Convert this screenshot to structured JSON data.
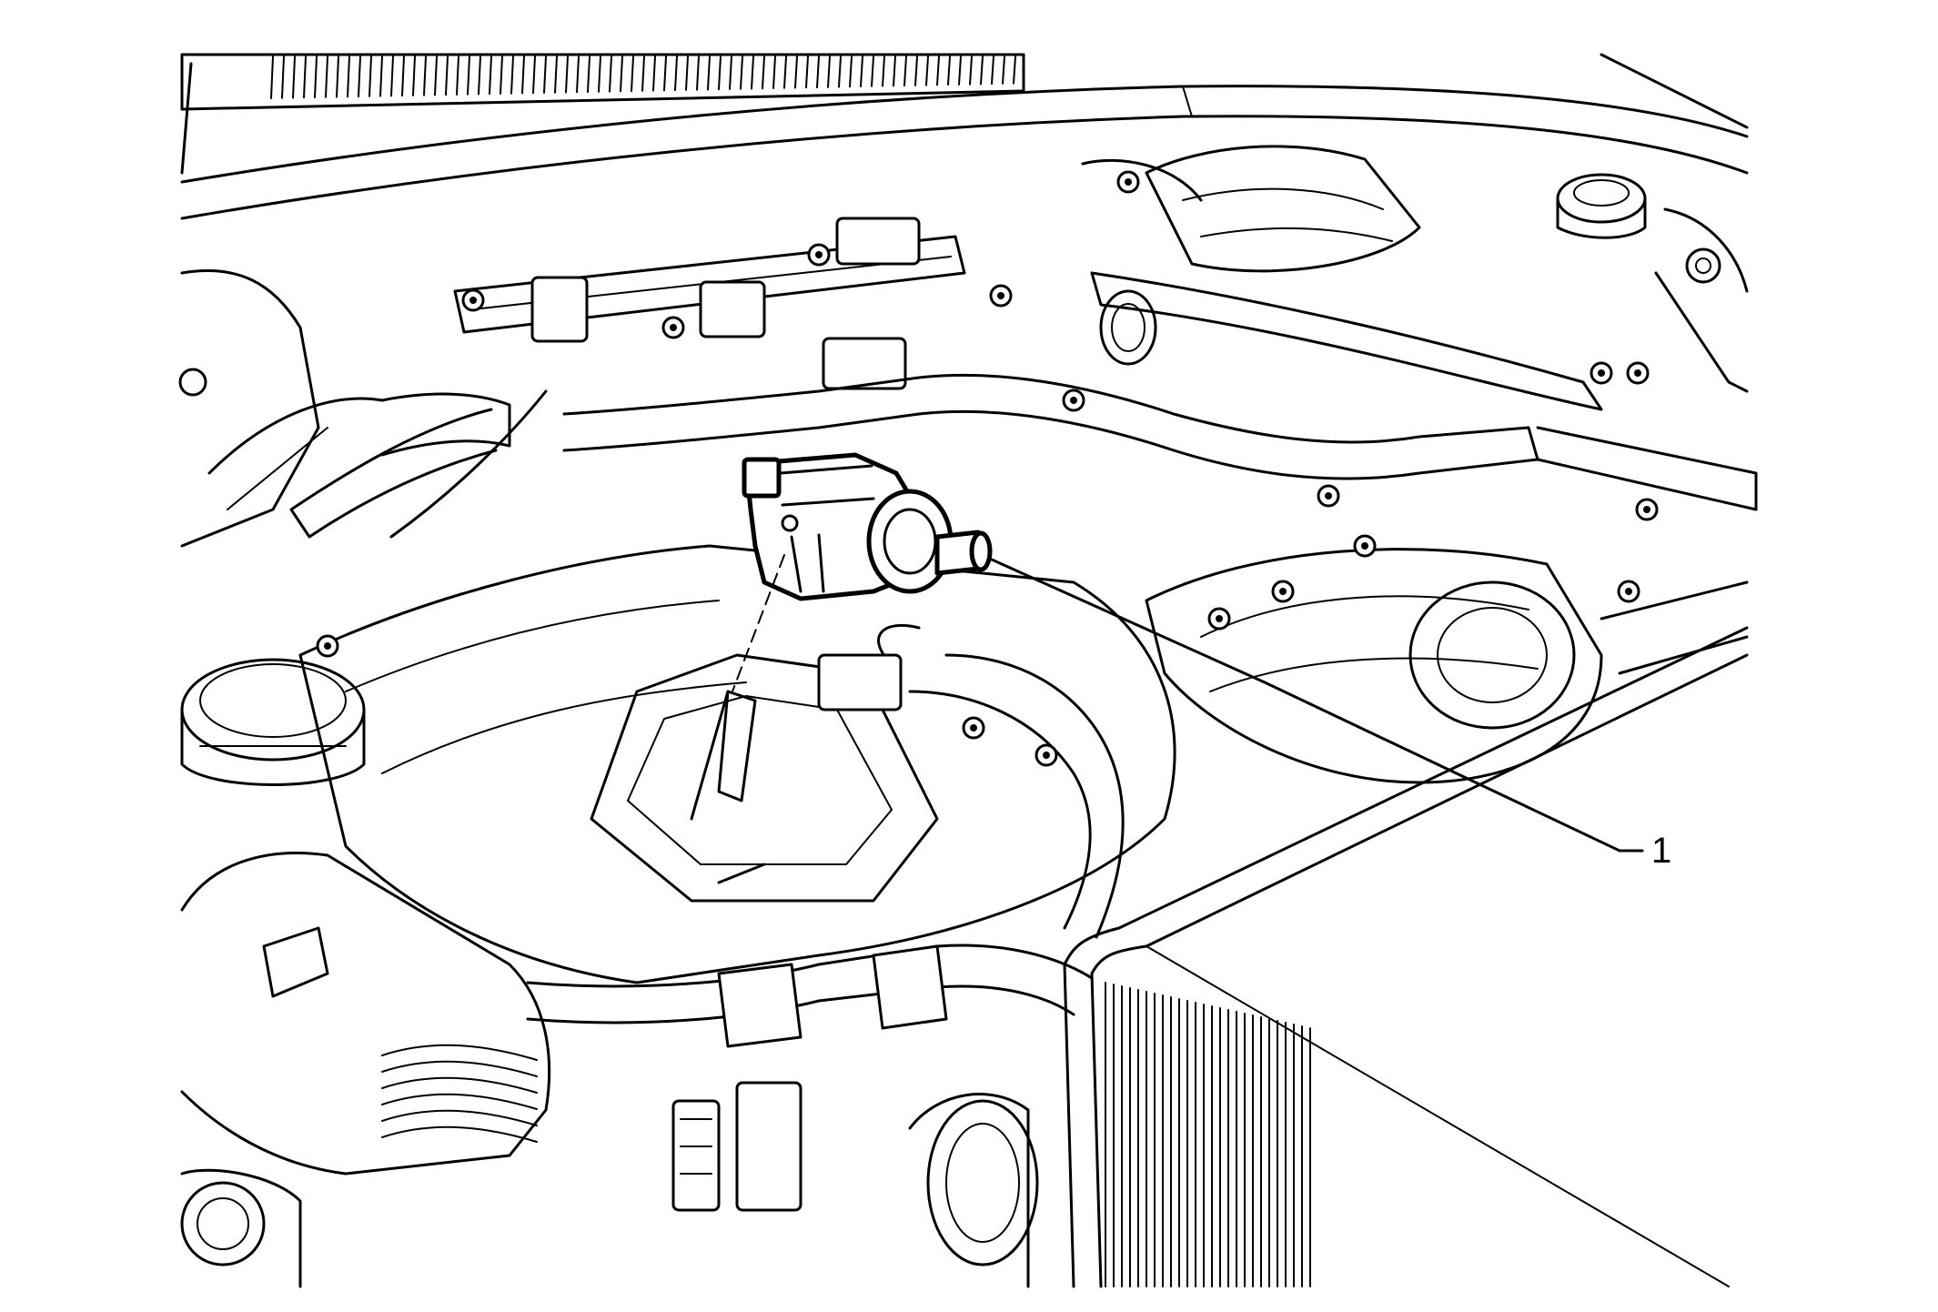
{
  "diagram": {
    "callouts": [
      {
        "id": "1",
        "label": "1"
      }
    ],
    "colors": {
      "ink": "#000000",
      "paper": "#ffffff"
    },
    "icons": [
      "radiator-grille",
      "hood-edge",
      "engine-cover",
      "oil-filler-cap",
      "coolant-reservoir-cap",
      "air-cleaner-box",
      "evap-purge-solenoid-valve",
      "vacuum-hose",
      "wiring-harness",
      "electrical-connector",
      "mounting-bracket",
      "bolt"
    ]
  }
}
